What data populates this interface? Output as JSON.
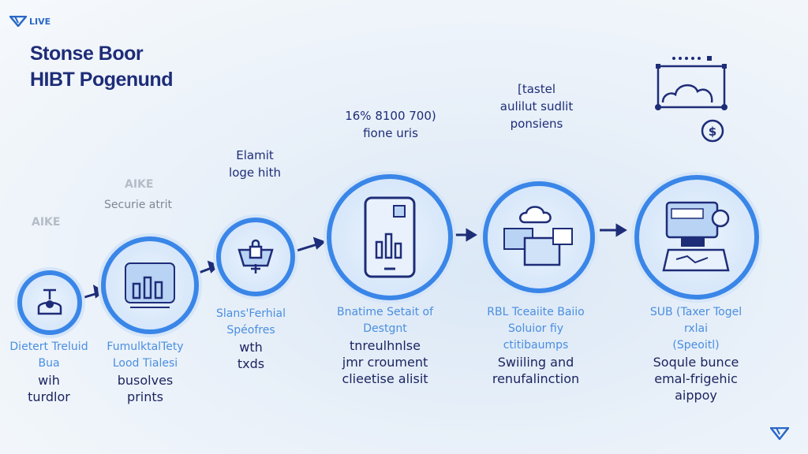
{
  "header": {
    "logo_text": "LIVE",
    "title_line1": "Stonse Boor",
    "title_line2": "HIBT Pogenund"
  },
  "side_labels": {
    "faint1": "AIKE",
    "faint2": "AIKE",
    "subtitle": "Securie atrit"
  },
  "notes": [
    {
      "lines": [
        "Elamit",
        "loge hith"
      ]
    },
    {
      "lines": [
        "16% 8100 700)",
        "fione uris"
      ]
    },
    {
      "lines": [
        "[tastel",
        "aulilut sudlit",
        "ponsiens"
      ]
    }
  ],
  "steps": [
    {
      "icon": "valve-icon",
      "blue": [
        "Dietert Treluid",
        "Bua"
      ],
      "dark": [
        "wih",
        "turdlor"
      ]
    },
    {
      "icon": "bar-chart-icon",
      "blue": [
        "FumulktalTety",
        "Lood Tialesi"
      ],
      "dark": [
        "busolves",
        "prints"
      ]
    },
    {
      "icon": "lock-shield-icon",
      "blue": [
        "Slans'Ferhial",
        "Spéofres"
      ],
      "dark": [
        "wth",
        "txds"
      ]
    },
    {
      "icon": "tablet-chart-icon",
      "blue": [
        "Bnatime Setait of",
        "Destgnt"
      ],
      "dark": [
        "tnreulhnlse",
        "jmr croument",
        "clieetise alisit"
      ]
    },
    {
      "icon": "cloud-monitor-icon",
      "blue": [
        "RBL Tceaiite Baiio",
        "Soluior fiy",
        "ctitibaumps"
      ],
      "dark": [
        "Swiiling and",
        "renufalinction"
      ]
    },
    {
      "icon": "workstation-icon",
      "blue": [
        "SUB (Taxer Togel",
        "rxlai",
        "(Speoitl)"
      ],
      "dark": [
        "Soqule bunce",
        "emal-frigehic",
        "aippoy"
      ]
    }
  ],
  "colors": {
    "accent": "#3a86e8",
    "dark": "#1e2d78",
    "caption_blue": "#4a8ee0"
  }
}
